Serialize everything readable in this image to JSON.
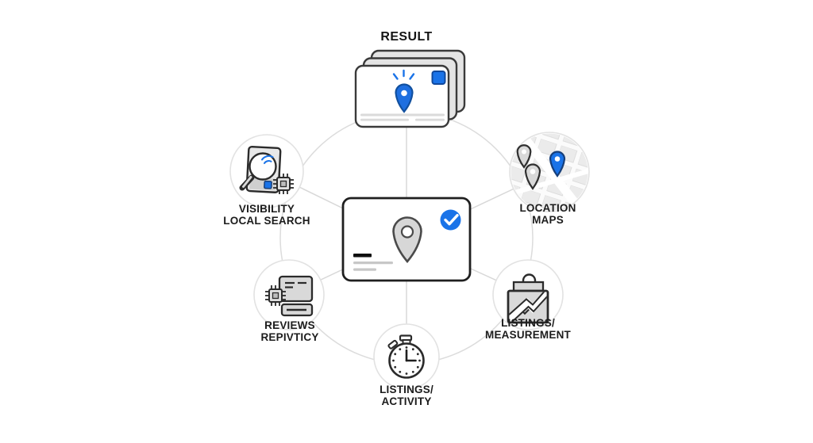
{
  "title": "RESULT",
  "colors": {
    "accent_blue": "#1a73e8",
    "outline_dark": "#2b2b2b",
    "icon_gray": "#d9d9d9",
    "connector_gray": "#dcdcdc",
    "text": "#1c1c1c"
  },
  "result_node": {
    "icon": "stacked-listing-cards-icon"
  },
  "center_card": {
    "pin_icon": "map-pin-icon",
    "badge_icon": "verified-check-icon"
  },
  "nodes": [
    {
      "id": "visibility-local-search",
      "icon": "search-magnifier-icon",
      "label_lines": [
        "VISIBILITY",
        "LOCAL SEARCH"
      ]
    },
    {
      "id": "location-maps",
      "icon": "map-pins-icon",
      "label_lines": [
        "LOCATION",
        "MAPS"
      ]
    },
    {
      "id": "reviews",
      "icon": "review-cards-icon",
      "label_lines": [
        "REVIEWS",
        "REPIVTICY"
      ]
    },
    {
      "id": "listings-measurement",
      "icon": "chart-briefcase-icon",
      "label_lines": [
        "LISTINGS/",
        "MEASUREMENT"
      ]
    },
    {
      "id": "listings-activity",
      "icon": "stopwatch-icon",
      "label_lines": [
        "LISTINGS/",
        "ACTIVITY"
      ]
    }
  ]
}
